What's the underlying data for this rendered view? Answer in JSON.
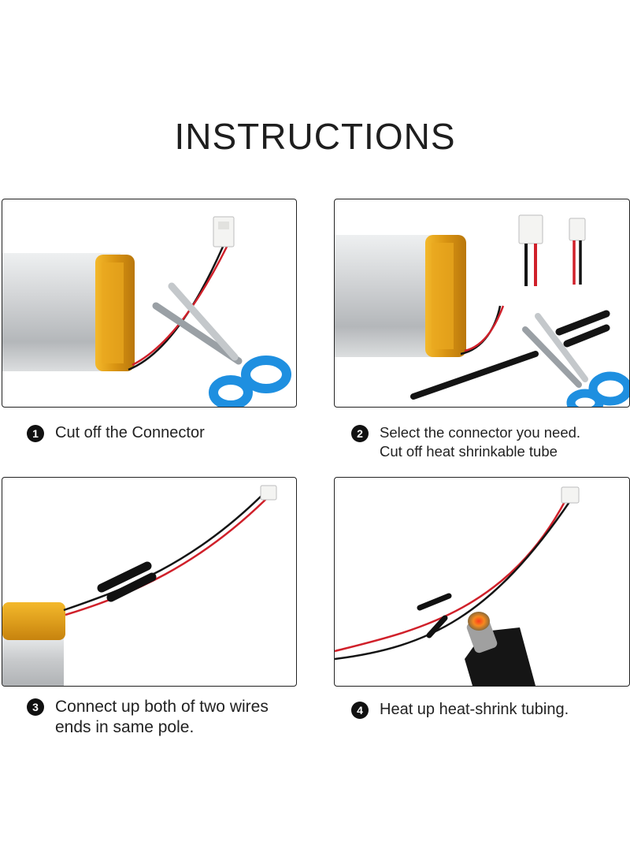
{
  "title": "INSTRUCTIONS",
  "steps": [
    {
      "number": "1",
      "lines": [
        "Cut off the Connector"
      ]
    },
    {
      "number": "2",
      "lines": [
        "Select the connector you need.",
        "Cut off heat shrinkable tube"
      ]
    },
    {
      "number": "3",
      "lines": [
        "Connect up both of two wires",
        "ends in same pole."
      ]
    },
    {
      "number": "4",
      "lines": [
        "Heat up heat-shrink tubing."
      ]
    }
  ],
  "colors": {
    "wire_red": "#d0202a",
    "wire_black": "#141414",
    "battery_yellow": "#e6a317",
    "battery_silver": "#c9cbcd",
    "scissors_blue": "#1e8fe0"
  }
}
